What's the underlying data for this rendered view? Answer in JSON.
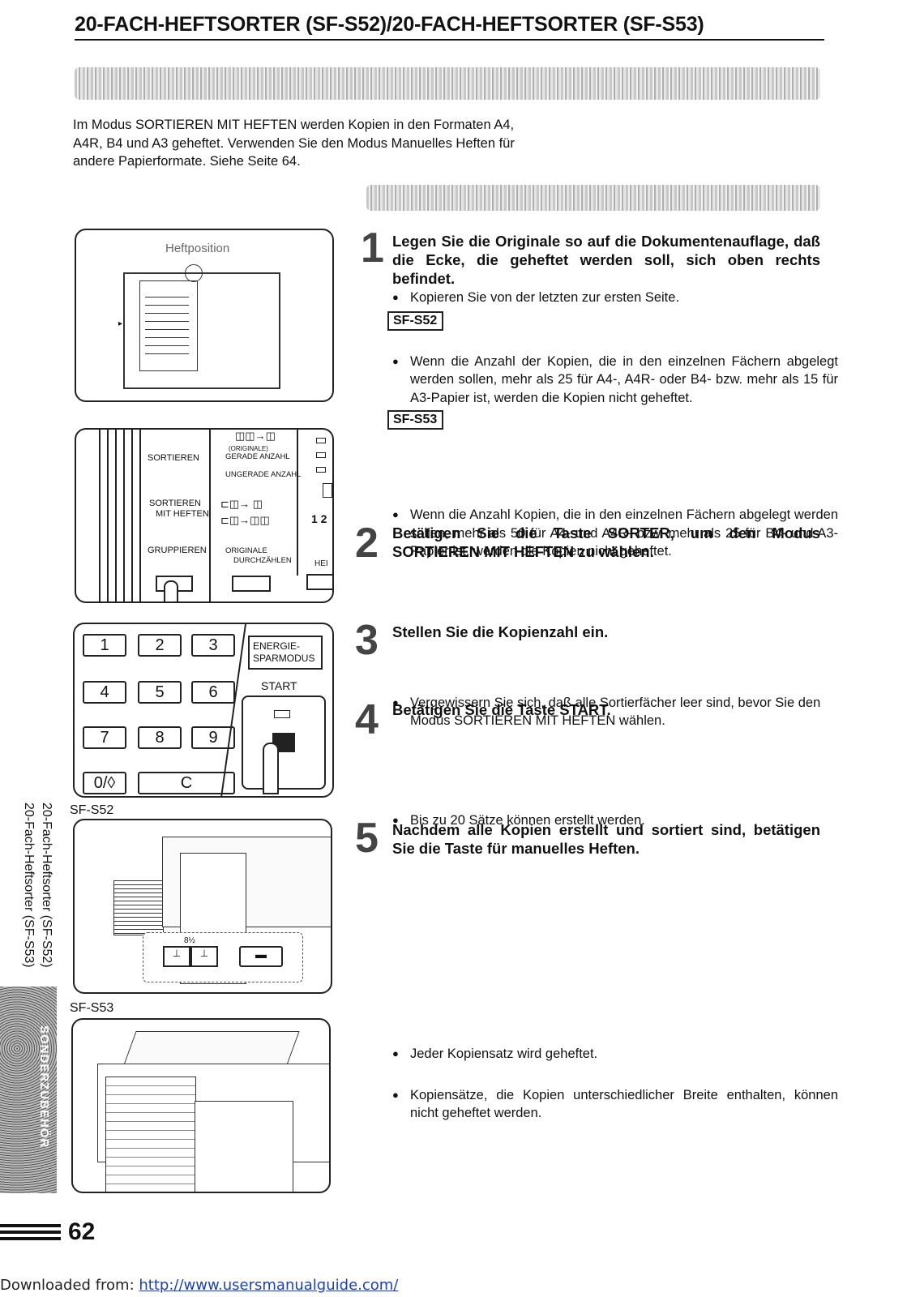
{
  "header": {
    "title": "20-FACH-HEFTSORTER (SF-S52)/20-FACH-HEFTSORTER (SF-S53)"
  },
  "intro": "Im Modus SORTIEREN MIT HEFTEN werden Kopien in den Formaten A4, A4R, B4 und A3 geheftet. Verwenden Sie den Modus Manuelles Heften für andere Papierformate. Siehe Seite 64.",
  "figure1": {
    "label": "Heftposition"
  },
  "panel": {
    "sortieren": "SORTIEREN",
    "originale_small": "(ORIGINALE)",
    "gerade": "GERADE ANZAHL",
    "ungerade": "UNGERADE ANZAHL",
    "sortieren_heften_1": "SORTIEREN",
    "sortieren_heften_2": "MIT HEFTEN",
    "gruppieren": "GRUPPIEREN",
    "originale_1": "ORIGINALE",
    "originale_2": "DURCHZÄHLEN",
    "right_num": "1 2",
    "right_hei": "HEI"
  },
  "keypad": {
    "keys": [
      "1",
      "2",
      "3",
      "4",
      "5",
      "6",
      "7",
      "8",
      "9",
      "0/◊",
      "C"
    ],
    "energie_1": "ENERGIE-",
    "energie_2": "SPARMODUS",
    "start": "START"
  },
  "captions": {
    "s52": "SF-S52",
    "s53": "SF-S53",
    "manual_label": "8½"
  },
  "steps": [
    {
      "num": "1",
      "heading": "Legen Sie die Originale so auf die Dokumentenauflage, daß die Ecke, die geheftet werden soll, sich oben rechts befindet.",
      "bullet1": "Kopieren Sie von der letzten zur ersten Seite.",
      "tag1": "SF-S52",
      "bullet2": "Wenn die Anzahl der Kopien, die in den einzelnen Fächern abgelegt werden sollen, mehr als 25 für A4-, A4R- oder B4- bzw. mehr als 15 für A3-Papier ist, werden die Kopien nicht geheftet.",
      "tag2": "SF-S53",
      "bullet3": "Wenn die Anzahl Kopien, die in den einzelnen Fächern abgelegt werden sollen, mehr als 50 für A4- und A4R- bzw. mehr als 25 für B4- und A3-Papier ist, werden die Kopien nicht geheftet."
    },
    {
      "num": "2",
      "heading": "Betätigen Sie die Taste SORTER, um den Modus SORTIEREN MIT HEFTEN zu wählen.",
      "bullet1": "Vergewissern Sie sich, daß alle Sortierfächer leer sind, bevor Sie den Modus SORTIEREN MIT HEFTEN wählen."
    },
    {
      "num": "3",
      "heading": "Stellen Sie die Kopienzahl ein.",
      "bullet1": "Bis zu 20 Sätze können erstellt werden."
    },
    {
      "num": "4",
      "heading": "Betätigen Sie die Taste START."
    },
    {
      "num": "5",
      "heading": "Nachdem alle Kopien erstellt und sortiert sind, betätigen Sie die Taste für manuelles Heften.",
      "bullet1": "Jeder Kopiensatz wird geheftet.",
      "bullet2": "Kopiensätze, die Kopien unterschiedlicher Breite enthalten, können nicht geheftet werden."
    }
  ],
  "side": {
    "line1": "20-Fach-Heftsorter (SF-S52)",
    "line2": "20-Fach-Heftsorter (SF-S53)",
    "tab": "SONDERZUBEHÖR"
  },
  "page_number": "62",
  "footer": {
    "prefix": "Downloaded from: ",
    "link": "http://www.usersmanualguide.com/"
  }
}
